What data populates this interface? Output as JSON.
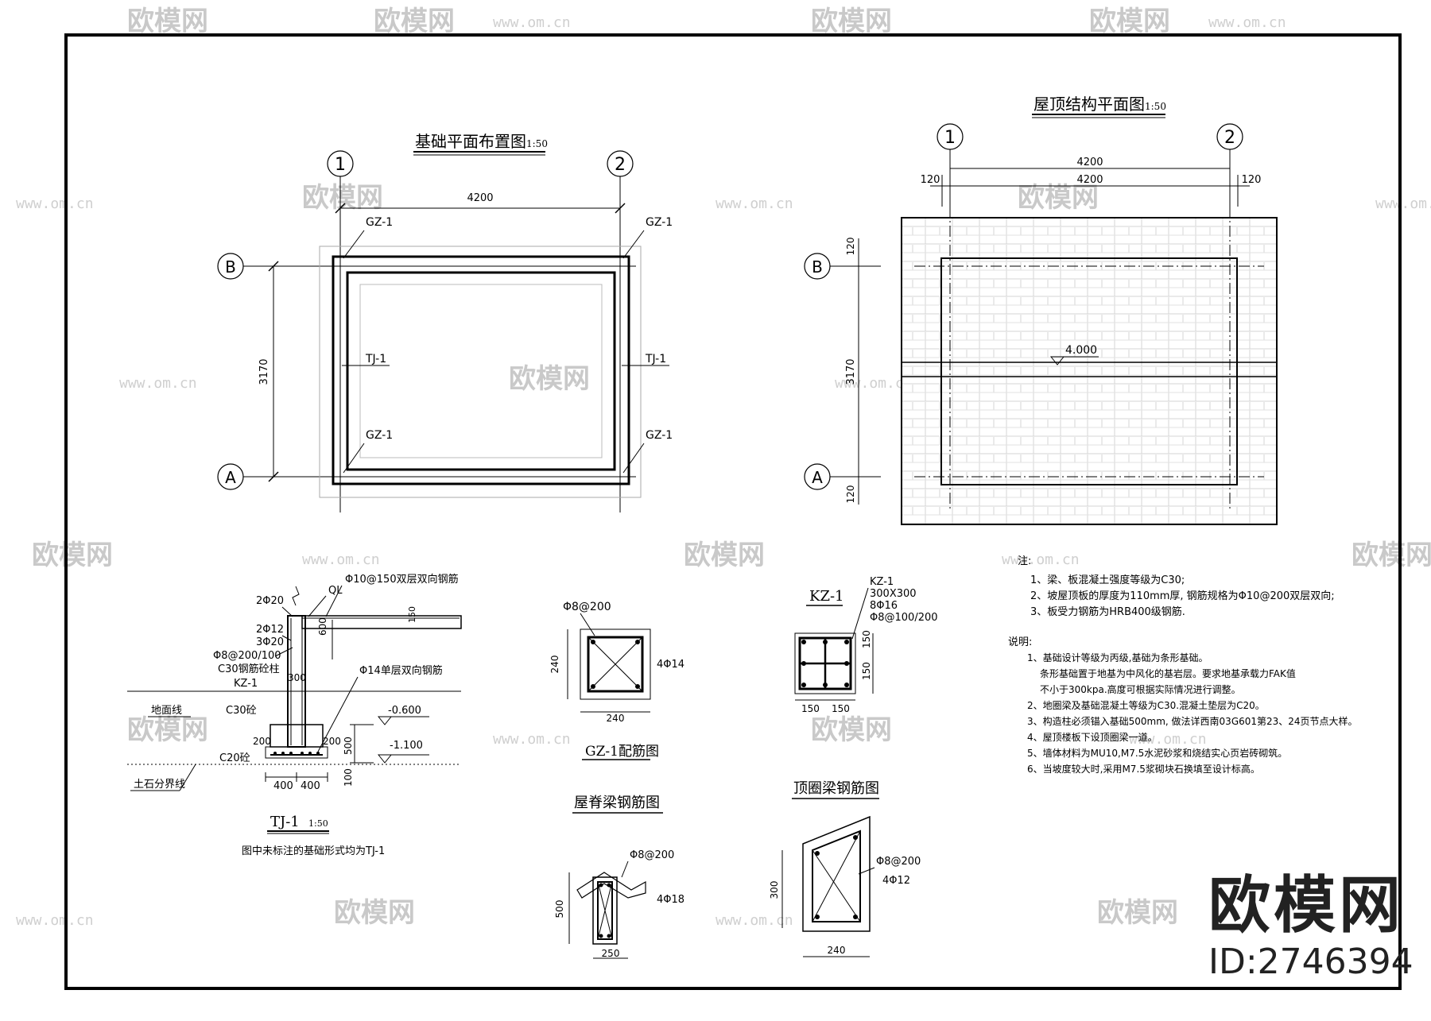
{
  "foundation_plan": {
    "title": "基础平面布置图",
    "scale": "1:50",
    "grid_1": "1",
    "grid_2": "2",
    "grid_a": "A",
    "grid_b": "B",
    "dim_x": "4200",
    "dim_y": "3170",
    "gz_label": "GZ-1",
    "tj_label": "TJ-1"
  },
  "roof_plan": {
    "title": "屋顶结构平面图",
    "scale": "1:50",
    "grid_1": "1",
    "grid_2": "2",
    "grid_a": "A",
    "grid_b": "B",
    "dim_top": "4200",
    "dim_mid": "4200",
    "dim_edge": "120",
    "dim_y": "3170",
    "elevation": "4.000"
  },
  "tj_section": {
    "title": "TJ-1",
    "scale": "1:50",
    "note": "图中未标注的基础形式均为TJ-1",
    "labels": {
      "ql": "QL",
      "top_bar": "Φ10@150双层双向钢筋",
      "r1": "2Φ20",
      "r2": "2Φ12",
      "r3": "3Φ20",
      "stirrup": "Φ8@200/100",
      "c30_col": "C30钢筋砼柱",
      "kz": "KZ-1",
      "ground": "地面线",
      "c30": "C30砼",
      "c20": "C20砼",
      "soil": "土石分界线",
      "bottom_bar": "Φ14单层双向钢筋",
      "d600": "600",
      "d300": "300",
      "d200a": "200",
      "d200b": "200",
      "d500": "500",
      "d100": "100",
      "d400a": "400",
      "d400b": "400",
      "d150": "150",
      "el1": "-0.600",
      "el2": "-1.100"
    }
  },
  "gz1": {
    "title": "GZ-1配筋图",
    "stirrup": "Φ8@200",
    "main": "4Φ14",
    "w": "240",
    "h": "240"
  },
  "kz1": {
    "title": "KZ-1",
    "spec": [
      "KZ-1",
      "300X300",
      "8Φ16",
      "Φ8@100/200"
    ],
    "d150": "150"
  },
  "ridge_beam": {
    "title": "屋脊梁钢筋图",
    "stirrup": "Φ8@200",
    "main": "4Φ18",
    "h": "500",
    "w": "250"
  },
  "ring_beam": {
    "title": "顶圈梁钢筋图",
    "stirrup": "Φ8@200",
    "main": "4Φ12",
    "h": "300",
    "w": "240"
  },
  "notes_head": "注:",
  "notes": [
    "1、梁、板混凝土强度等级为C30;",
    "2、坡屋顶板的厚度为110mm厚, 钢筋规格为Φ10@200双层双向;",
    "3、板受力钢筋为HRB400级钢筋."
  ],
  "desc_head": "说明:",
  "desc": [
    "1、基础设计等级为丙级,基础为条形基础。",
    "条形基础置于地基为中风化的基岩层。要求地基承载力FAK值",
    "不小于300kpa.高度可根据实际情况进行调整。",
    "2、地圈梁及基础混凝土等级为C30.混凝土垫层为C20。",
    "3、构造柱必须锚入基础500mm, 做法详西南03G601第23、24页节点大样。",
    "4、屋顶楼板下设顶圈梁一道。",
    "5、墙体材料为MU10,M7.5水泥砂浆和烧结实心页岩砖砌筑。",
    "6、当坡度较大时,采用M7.5浆砌块石换填至设计标高。"
  ],
  "watermark": {
    "text": "欧模网",
    "url": "www.om.cn"
  },
  "brand": {
    "name": "欧模网",
    "id": "ID:2746394"
  }
}
